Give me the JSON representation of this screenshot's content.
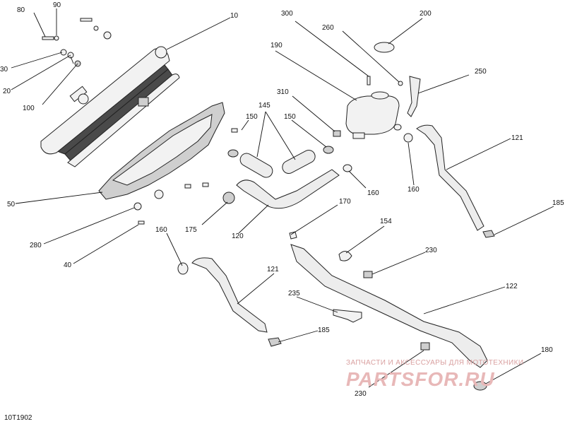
{
  "diagram_id": "10T1902",
  "watermark": {
    "subtitle": "ЗАПЧАСТИ И АКСЕССУАРЫ ДЛЯ МОТОТЕХНИКИ",
    "brand": "PARTSFOR.RU"
  },
  "callouts": {
    "c10": "10",
    "c20": "20",
    "c30": "30",
    "c40": "40",
    "c50": "50",
    "c80": "80",
    "c90": "90",
    "c100": "100",
    "c120": "120",
    "c121a": "121",
    "c121b": "121",
    "c122": "122",
    "c145": "145",
    "c150a": "150",
    "c150b": "150",
    "c154": "154",
    "c160a": "160",
    "c160b": "160",
    "c160c": "160",
    "c170": "170",
    "c175": "175",
    "c180": "180",
    "c185a": "185",
    "c185b": "185",
    "c190": "190",
    "c200": "200",
    "c230a": "230",
    "c230b": "230",
    "c235": "235",
    "c250": "250",
    "c260": "260",
    "c280": "280",
    "c300": "300",
    "c310": "310"
  }
}
